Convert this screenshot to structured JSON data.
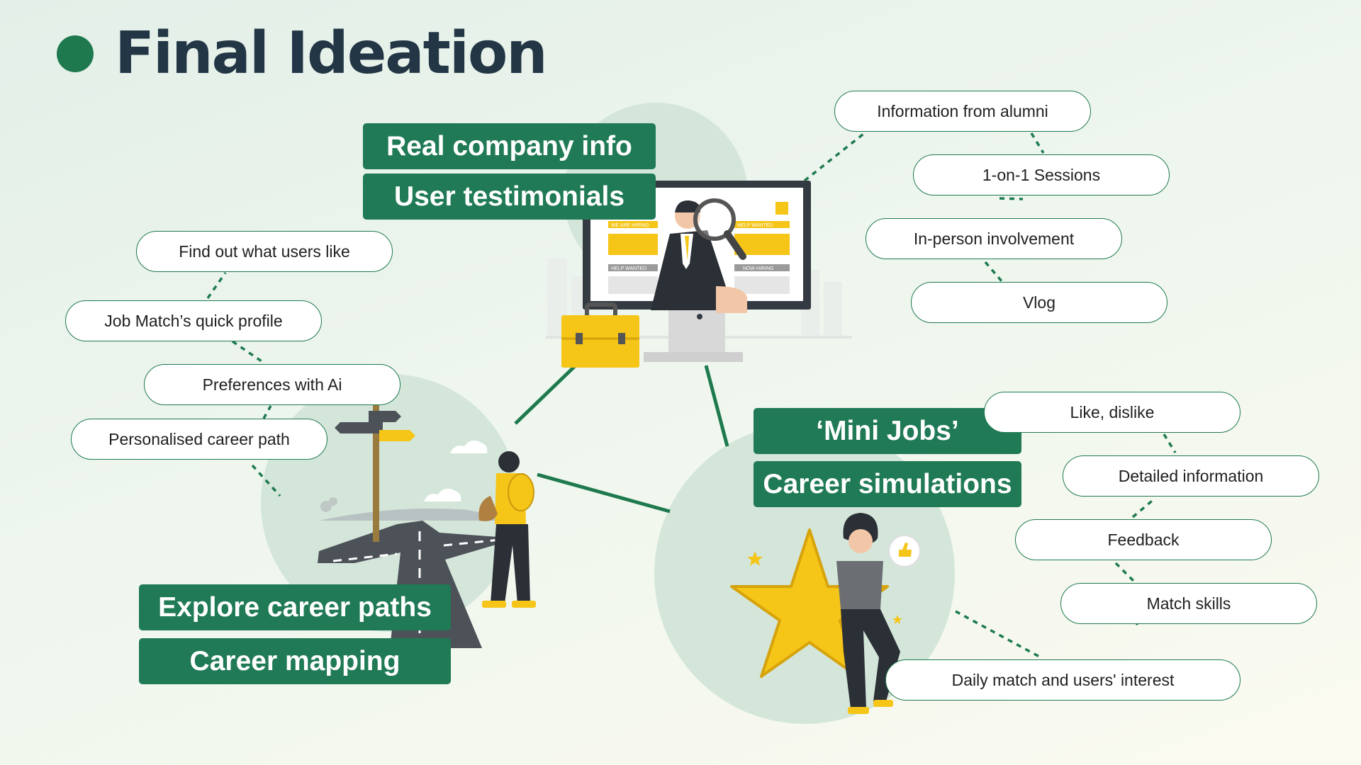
{
  "title": "Final Ideation",
  "colors": {
    "accent": "#1e7a4e",
    "label_bg": "#1f7a55",
    "title_text": "#233646",
    "circle": "#d4e6da",
    "figure_yellow": "#f5c518"
  },
  "clusters": {
    "company": {
      "labels": [
        "Real company info",
        "User testimonials"
      ]
    },
    "explore": {
      "labels": [
        "Explore career paths",
        "Career mapping"
      ]
    },
    "jobs": {
      "labels": [
        "‘Mini Jobs’",
        "Career simulations"
      ]
    }
  },
  "pills": {
    "alumni": "Information from alumni",
    "sessions": "1-on-1 Sessions",
    "inperson": "In-person involvement",
    "vlog": "Vlog",
    "finduser": "Find out what users like",
    "quickprofile": "Job Match’s quick profile",
    "preferences": "Preferences with Ai",
    "personalised": "Personalised career path",
    "likedislike": "Like, dislike",
    "detailed": "Detailed information",
    "feedback": "Feedback",
    "matchskills": "Match skills",
    "daily": "Daily match and users' interest"
  },
  "illustration": {
    "board_signs": [
      "WE ARE HIRING",
      "HELP WANTED",
      "HELP WANTED",
      "NOW HIRING"
    ],
    "icons": [
      "magnifier-icon",
      "briefcase-icon",
      "signpost-icon",
      "star-icon",
      "thumbs-up-icon"
    ]
  }
}
